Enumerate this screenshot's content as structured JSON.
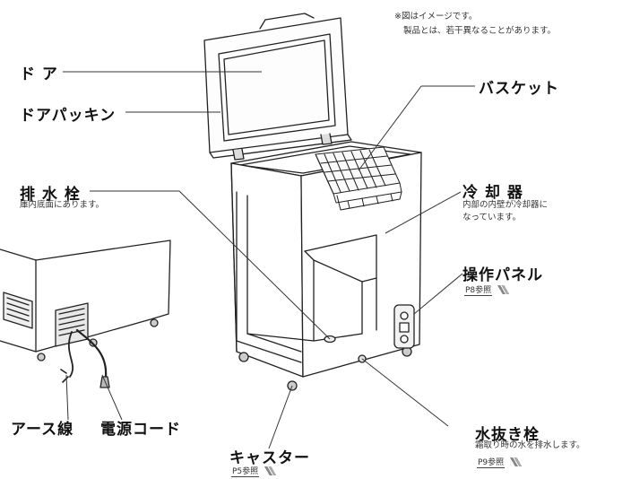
{
  "note": {
    "line1": "※図はイメージです。",
    "line2": "製品とは、若干異なることがあります。"
  },
  "labels": {
    "door": "ド ア",
    "door_gasket": "ドアパッキン",
    "basket": "バスケット",
    "drain_plug": "排 水 栓",
    "drain_plug_note": "庫内底面にあります。",
    "cooler": "冷 却 器",
    "cooler_note1": "内部の内壁が冷却器に",
    "cooler_note2": "なっています。",
    "control_panel": "操作パネル",
    "control_panel_ref": "P8参照",
    "ground_wire": "アース線",
    "power_cord": "電源コード",
    "casters": "キャスター",
    "casters_ref": "P5参照",
    "water_drain": "水抜き栓",
    "water_drain_note": "霜取り時の水を排水します。",
    "water_drain_ref": "P9参照"
  }
}
